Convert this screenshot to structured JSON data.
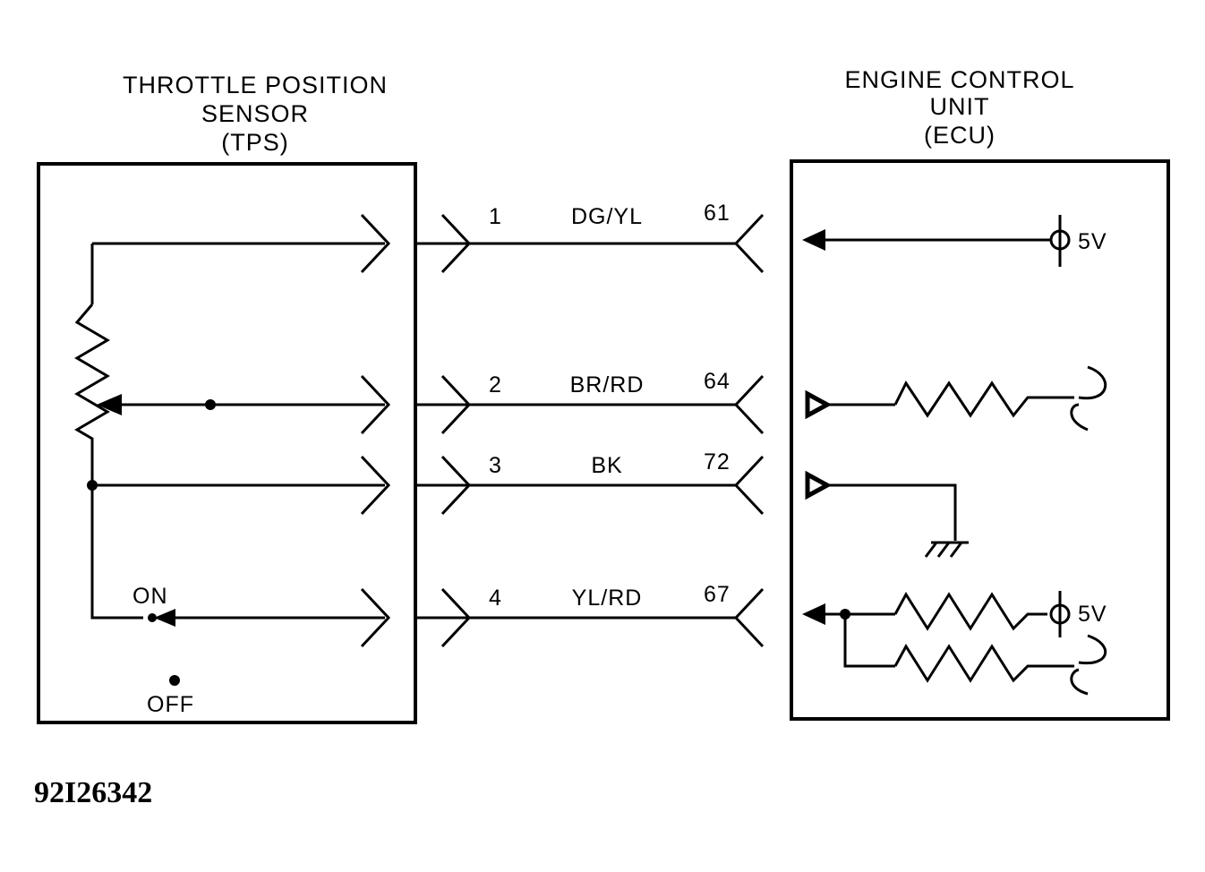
{
  "tps": {
    "title_line1": "THROTTLE POSITION",
    "title_line2": "SENSOR",
    "title_line3": "(TPS)",
    "switch_on": "ON",
    "switch_off": "OFF"
  },
  "ecu": {
    "title_line1": "ENGINE CONTROL",
    "title_line2": "UNIT",
    "title_line3": "(ECU)",
    "supply_top": "5V",
    "supply_bottom": "5V"
  },
  "wires": [
    {
      "pin": "1",
      "color": "DG/YL",
      "ecu_pin": "61"
    },
    {
      "pin": "2",
      "color": "BR/RD",
      "ecu_pin": "64"
    },
    {
      "pin": "3",
      "color": "BK",
      "ecu_pin": "72"
    },
    {
      "pin": "4",
      "color": "YL/RD",
      "ecu_pin": "67"
    }
  ],
  "figure_id": "92I26342"
}
